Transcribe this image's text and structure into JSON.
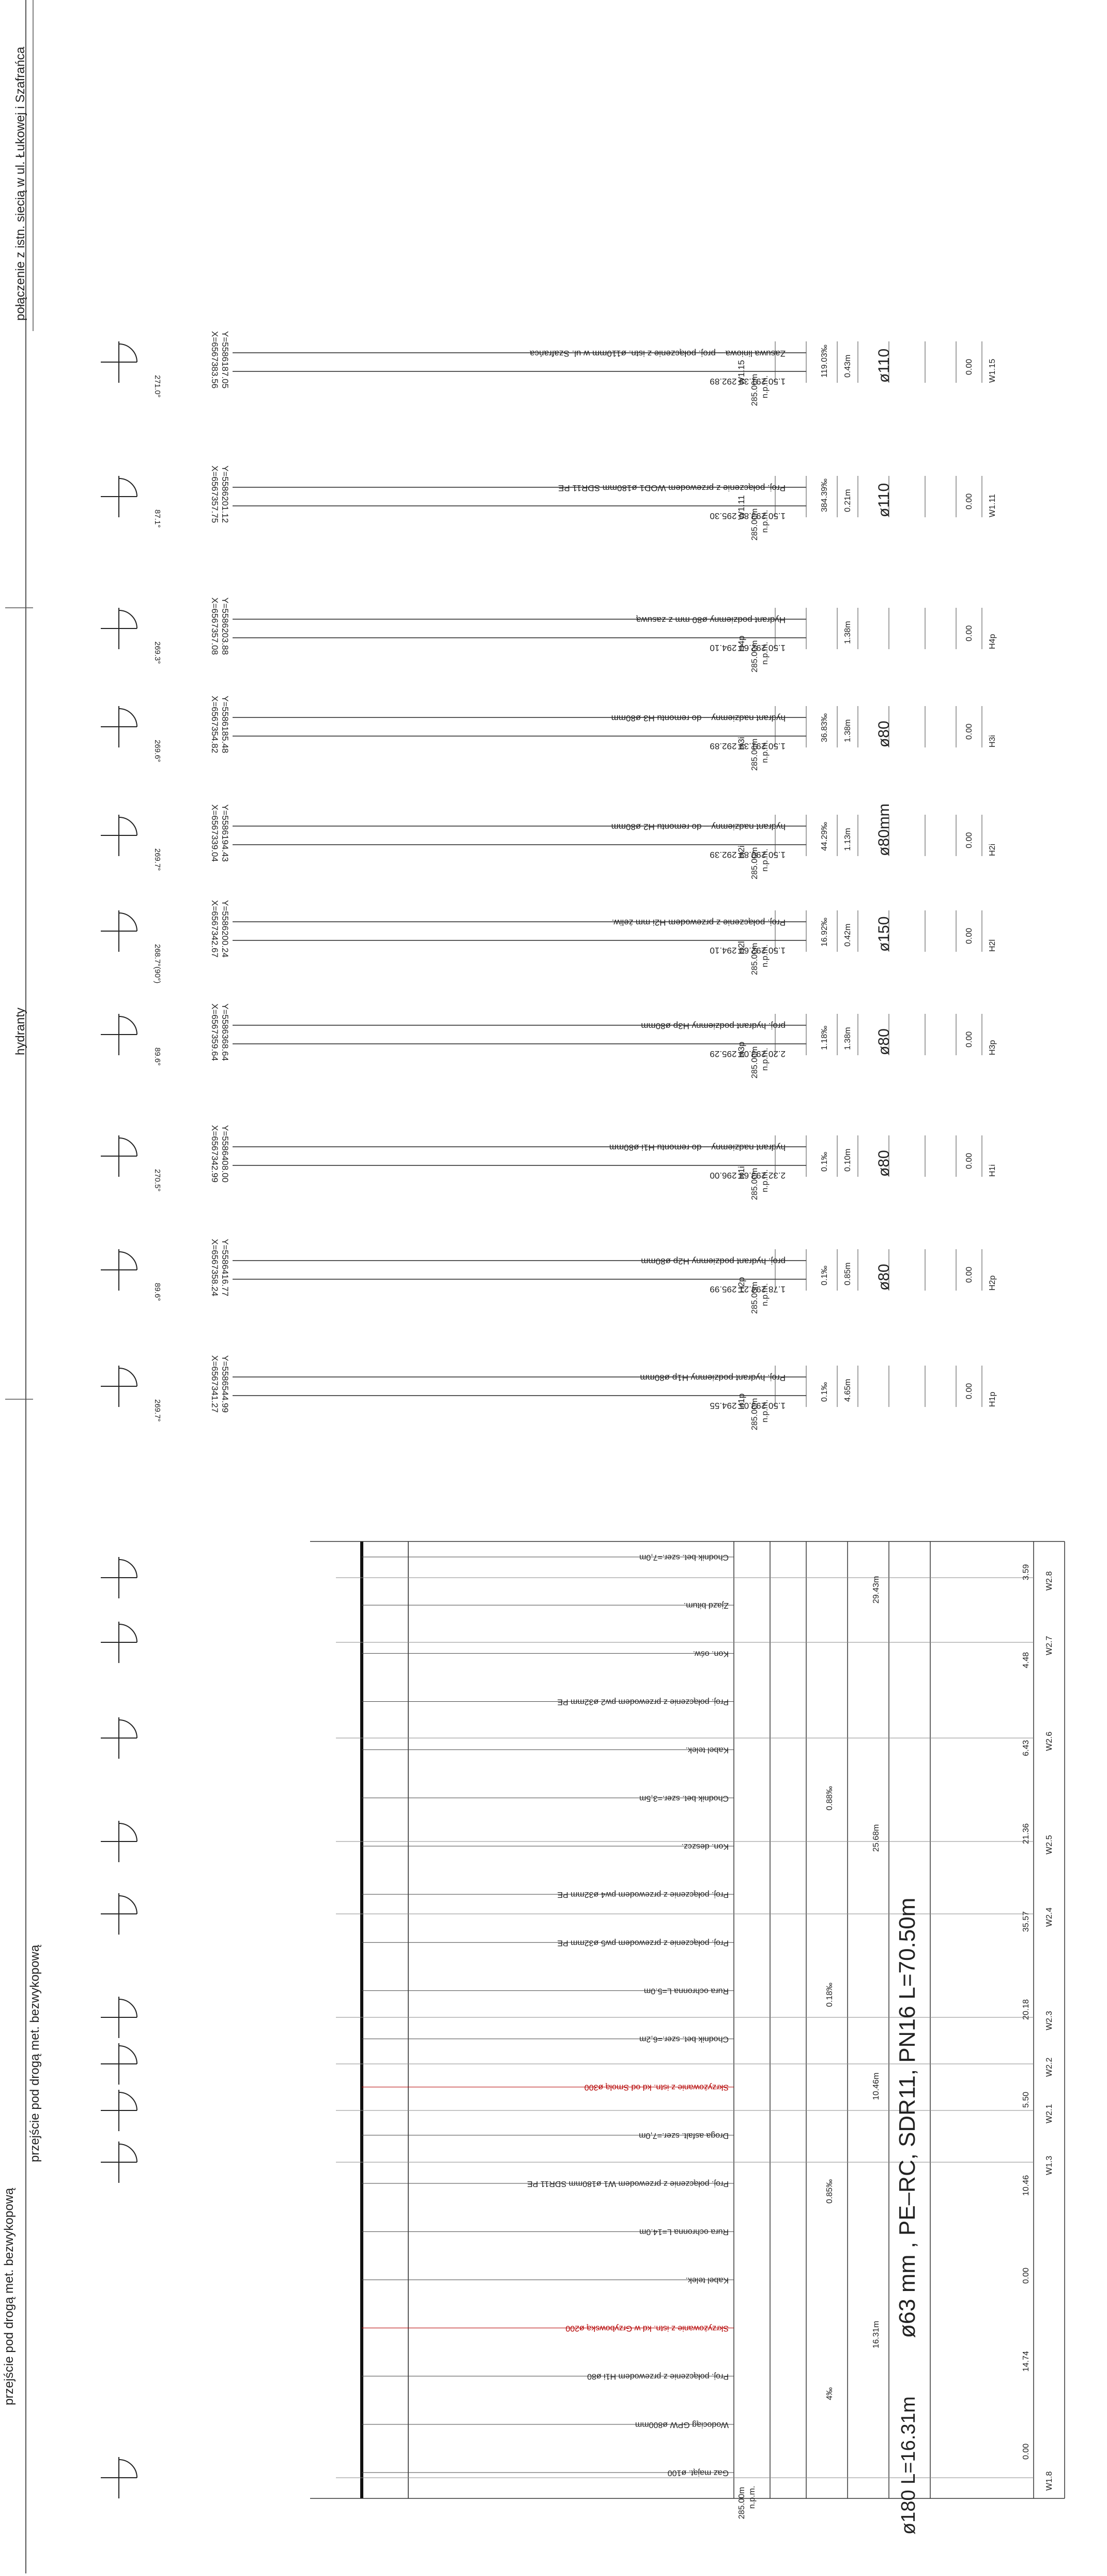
{
  "sheet": {
    "side_labels": {
      "top": "połączenie z istn. siecią w ul. Łukowej i Szafrańca",
      "middle": "hydranty",
      "bottom_1": "przejście pod drogą met. bezwykopową",
      "bottom_2": "przejście pod drogą met. bezwykopową"
    },
    "datum_label": "285.00m",
    "datum_sub": "n.p.m.",
    "upper_sections": [
      {
        "id": "W1.15",
        "pipe": "ø110",
        "angle": "271.0°",
        "chain": "0.00",
        "level_text": "1.50  291.39  292.89",
        "note": "Zasuwa liniowa – proj. połączenie z istn. ø110mm w ul. Szafrańca",
        "coord_x": "X=6567383.56",
        "coord_y": "Y=5586187.05",
        "slope": "119.03‰",
        "length": "0.43m"
      },
      {
        "id": "W1.11",
        "pipe": "ø110",
        "angle": "87.1°",
        "chain": "0.00",
        "level_text": "1.50  293.80  295.30",
        "note": "Proj. połączenie z przewodem WOD1 ø180mm SDR11 PE",
        "coord_x": "X=6567357.75",
        "coord_y": "Y=5586201.12",
        "slope": "384.39‰",
        "length": "0.21m"
      },
      {
        "id": "H4p",
        "pipe": "",
        "angle": "269.3°",
        "chain": "0.00",
        "level_text": "1.50  292.60  294.10",
        "note": "Hydrant podziemny ø80 mm z zasuwą",
        "coord_x": "X=6567357.08",
        "coord_y": "Y=5586203.88",
        "slope": "",
        "length": "1.38m"
      },
      {
        "id": "H3i",
        "pipe": "ø80",
        "angle": "269.6°",
        "chain": "0.00",
        "level_text": "1.50  291.39  292.89",
        "note": "hydrant nadziemny – do remontu H3 ø80mm",
        "coord_x": "X=6567354.82",
        "coord_y": "Y=5586185.48",
        "slope": "36.83‰",
        "length": "1.38m"
      },
      {
        "id": "H2i",
        "pipe": "ø80mm",
        "angle": "269.7°",
        "chain": "0.00",
        "level_text": "1.50  290.89  292.39",
        "note": "hydrant nadziemny – do remontu H2 ø80mm",
        "coord_x": "X=6567339.04",
        "coord_y": "Y=5586194.43",
        "slope": "44.29‰",
        "length": "1.13m"
      },
      {
        "id": "H2l",
        "pipe": "ø150",
        "angle": "268.7°(90°)",
        "chain": "0.00",
        "level_text": "1.50  292.60  294.10",
        "note": "Proj. połączenie z przewodem H2i mm żeliw.",
        "coord_x": "X=6567342.67",
        "coord_y": "Y=5586200.24",
        "slope": "16.92‰",
        "length": "0.42m"
      },
      {
        "id": "H3p",
        "pipe": "ø80",
        "angle": "89.6°",
        "chain": "0.00",
        "level_text": "2.20  293.09  295.29",
        "note": "proj. hydrant podziemny H3p ø80mm",
        "coord_x": "X=6567359.64",
        "coord_y": "Y=5586368.64",
        "slope": "1.18‰",
        "length": "1.38m"
      },
      {
        "id": "H1i",
        "pipe": "ø80",
        "angle": "270.5°",
        "chain": "0.00",
        "level_text": "2.32  293.68  296.00",
        "note": "hydrant nadziemny – do remontu H1i ø80mm",
        "coord_x": "X=6567342.99",
        "coord_y": "Y=5586408.00",
        "slope": "0.1‰",
        "length": "0.10m"
      },
      {
        "id": "H2p",
        "pipe": "ø80",
        "angle": "89.6°",
        "chain": "0.00",
        "level_text": "1.78  294.21  295.99",
        "note": "proj. hydrant podziemny H2p ø80mm",
        "coord_x": "X=6567358.24",
        "coord_y": "Y=5586416.77",
        "slope": "0.1‰",
        "length": "0.85m"
      },
      {
        "id": "H1p",
        "pipe": "",
        "angle": "269.7°",
        "chain": "0.00",
        "level_text": "1.50  293.05  294.55",
        "note": "Proj. hydrant podziemny H1p ø80mm",
        "coord_x": "X=6567341.27",
        "coord_y": "Y=5586544.99",
        "slope": "0.1‰",
        "length": "4.65m"
      }
    ],
    "lower": {
      "title_long": "ø63 mm , PE–RC, SDR11, PN16 L=70.50m",
      "title_short": "ø180 L=16.31m",
      "nodes": [
        "W2.8",
        "W2.7",
        "W2.6",
        "W2.5",
        "W2.4",
        "W2.3",
        "W2.2",
        "W2.1",
        "W1.3",
        "W1.8"
      ],
      "chainages": [
        "3.59",
        "4.48",
        "6.43",
        "21.36",
        "35.57",
        "20.18",
        "5.50",
        "10.46",
        "0.00",
        "14.74",
        "0.00"
      ],
      "slopes": [
        "0.88‰",
        "0.18‰",
        "0.85‰",
        "4‰"
      ],
      "lengths": [
        "29.43m",
        "25.68m",
        "10.46m",
        "16.31m"
      ],
      "labels": [
        "Chodnik bet. szer.=7,0m",
        "Zjazd bitum.",
        "Kon. ośw.",
        "Proj. połączenie z przewodem pw2 ø32mm PE",
        "Kabel telek.",
        "Chodnik bet. szer.=3,5m",
        "Kon. deszcz.",
        "Proj. połączenie z przewodem pw4 ø32mm PE",
        "Proj. połączenie z przewodem pw5 ø32mm PE",
        "Rura ochronna L=5.0m",
        "Chodnik bet. szer.=6,2m",
        "Skrzyżowanie z istn. kd od Smolą ø300",
        "Droga asfalt. szer.=7,0m",
        "Proj. połączenie z przewodem W1 ø180mm SDR11 PE",
        "Rura ochronna L=14.0m",
        "Kabel telek.",
        "Skrzyżowanie z istn. kd w Grzybowską ø200",
        "Proj. połączenie z przewodem H1i ø80",
        "Wodociąg GPW ø800mm",
        "Gaz mająt. ø100"
      ]
    }
  }
}
